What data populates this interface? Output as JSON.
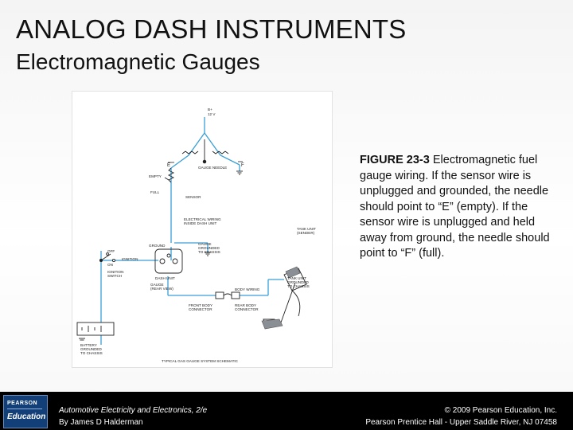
{
  "slide": {
    "title": "ANALOG DASH INSTRUMENTS",
    "subtitle": "Electromagnetic Gauges"
  },
  "figure": {
    "labels": {
      "supply": "B+",
      "voltage": "12 V",
      "e": "E",
      "f": "F",
      "gauge_needle": "GAUGE NEEDLE",
      "empty": "EMPTY",
      "full": "FULL",
      "sensor": "SENSOR",
      "electrical_wiring_1": "ELECTRICAL WIRING",
      "electrical_wiring_2": "INSIDE DASH UNIT",
      "ground": "GROUND",
      "gauge_grounded_1": "GAUGE",
      "gauge_grounded_2": "GROUNDED",
      "gauge_grounded_3": "TO CHASSIS",
      "tank_unit_1": "TANK UNIT",
      "tank_unit_2": "(SENDER)",
      "off": "OFF",
      "on": "ON",
      "ignition": "IGNITION",
      "ignition_switch_1": "IGNITION",
      "ignition_switch_2": "SWITCH",
      "dash_unit": "DASH UNIT",
      "gauge_rear_1": "GAUGE",
      "gauge_rear_2": "(REAR VIEW)",
      "body_wiring": "BODY WIRING",
      "tank_grounded_1": "TANK UNIT",
      "tank_grounded_2": "GROUNDED",
      "tank_grounded_3": "TO CHASSIS",
      "front_connector_1": "FRONT BODY",
      "front_connector_2": "CONNECTOR",
      "rear_connector_1": "REAR BODY",
      "rear_connector_2": "CONNECTOR",
      "battery_1": "BATTERY",
      "battery_2": "GROUNDED",
      "battery_3": "TO CHASSIS",
      "schematic_title": "TYPICAL GAS GAUGE SYSTEM SCHEMATIC"
    }
  },
  "caption": {
    "figure_number": "FIGURE 23-3",
    "text": " Electromagnetic fuel gauge wiring. If the sensor wire is unplugged and grounded, the needle should point to “E” (empty). If the sensor wire is unplugged and held away from ground, the needle should point to “F” (full)."
  },
  "footer": {
    "logo_top": "PEARSON",
    "logo_bottom": "Education",
    "book_title": "Automotive Electricity and Electronics, 2/e",
    "author": "By James D Halderman",
    "copyright": "© 2009 Pearson Education, Inc.",
    "publisher": "Pearson Prentice Hall - Upper Saddle River, NJ 07458"
  },
  "colors": {
    "wire": "#3a9fd8",
    "ink": "#222222",
    "footer_bg": "#000000",
    "logo_bg": "#123f78"
  }
}
